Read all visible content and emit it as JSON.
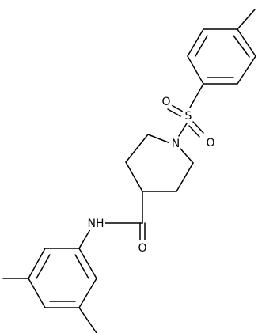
{
  "molecule": {
    "atom_labels": {
      "sulfur": "S",
      "sulfonyl_oxygen_left": "O",
      "sulfonyl_oxygen_bottom": "O",
      "piperidine_nitrogen": "N",
      "amide_nitrogen": "NH",
      "carbonyl_oxygen": "O"
    },
    "colors": {
      "bond": "#000000",
      "label": "#000000",
      "background": "#ffffff"
    }
  }
}
